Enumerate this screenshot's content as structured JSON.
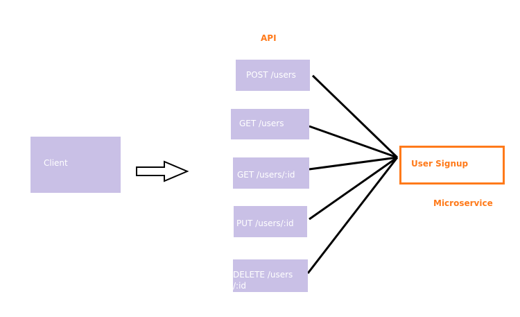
{
  "client": {
    "label": "Client"
  },
  "api": {
    "label": "API",
    "endpoints": [
      {
        "label": "POST /users"
      },
      {
        "label": "GET /users"
      },
      {
        "label": "GET /users/:id"
      },
      {
        "label": "PUT /users/:id"
      },
      {
        "label": "DELETE /users /:id"
      }
    ]
  },
  "service": {
    "label": "User Signup",
    "caption": "Microservice"
  },
  "colors": {
    "box_fill": "#c9c0e6",
    "accent": "#ff7a1a",
    "connector": "#000000"
  }
}
